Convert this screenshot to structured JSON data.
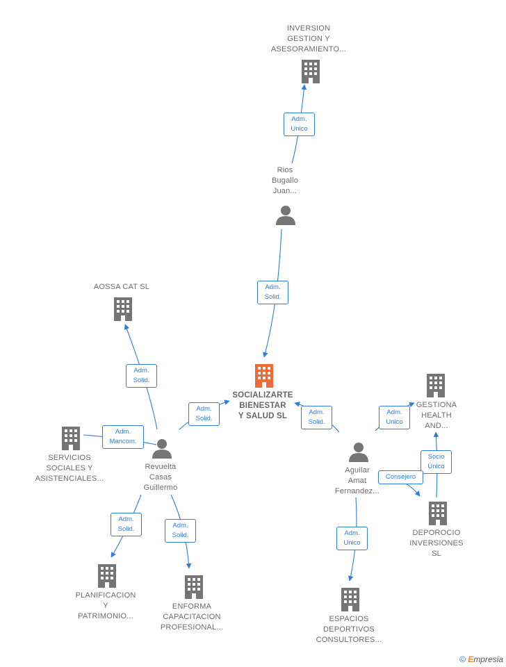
{
  "colors": {
    "edge": "#2f7ed8",
    "building": "#757575",
    "center": "#f06a35",
    "person": "#757575"
  },
  "center": {
    "name": "SOCIALIZARTE\nBIENESTAR\nY SALUD SL",
    "icon": "building-icon"
  },
  "companies": [
    {
      "id": "inversion",
      "name": "INVERSION\nGESTION Y\nASESORAMIENTO..."
    },
    {
      "id": "aossa",
      "name": "AOSSA CAT SL"
    },
    {
      "id": "servicios",
      "name": "SERVICIOS\nSOCIALES Y\nASISTENCIALES..."
    },
    {
      "id": "planificacion",
      "name": "PLANIFICACION\nY\nPATRIMONIO..."
    },
    {
      "id": "enforma",
      "name": "ENFORMA\nCAPACITACION\nPROFESIONAL..."
    },
    {
      "id": "espacios",
      "name": "ESPACIOS\nDEPORTIVOS\nCONSULTORES..."
    },
    {
      "id": "gestiona",
      "name": "GESTIONA\nHEALTH\nAND..."
    },
    {
      "id": "deporocio",
      "name": "DEPOROCIO\nINVERSIONES\nSL"
    }
  ],
  "people": [
    {
      "id": "rios",
      "name": "Rios\nBugallo\nJuan..."
    },
    {
      "id": "revuelta",
      "name": "Revuelta\nCasas\nGuillermo"
    },
    {
      "id": "aguilar",
      "name": "Aguilar\nAmat\nFernandez..."
    }
  ],
  "relations": [
    {
      "id": "rios-inversion",
      "label": "Adm.\nUnico"
    },
    {
      "id": "rios-center",
      "label": "Adm.\nSolid."
    },
    {
      "id": "revuelta-aossa",
      "label": "Adm.\nSolid."
    },
    {
      "id": "revuelta-center",
      "label": "Adm.\nSolid."
    },
    {
      "id": "revuelta-servicios",
      "label": "Adm.\nMancom."
    },
    {
      "id": "revuelta-planificacion",
      "label": "Adm.\nSolid."
    },
    {
      "id": "revuelta-enforma",
      "label": "Adm.\nSolid."
    },
    {
      "id": "aguilar-center",
      "label": "Adm.\nSolid."
    },
    {
      "id": "aguilar-gestiona",
      "label": "Adm.\nUnico"
    },
    {
      "id": "aguilar-espacios",
      "label": "Adm.\nUnico"
    },
    {
      "id": "deporocio-gestiona",
      "label": "Socio\nÚnico"
    },
    {
      "id": "aguilar-deporocio",
      "label": "Consejero"
    }
  ],
  "footer": {
    "copyright": "©",
    "brand_initial": "E",
    "brand_rest": "mpresia"
  }
}
